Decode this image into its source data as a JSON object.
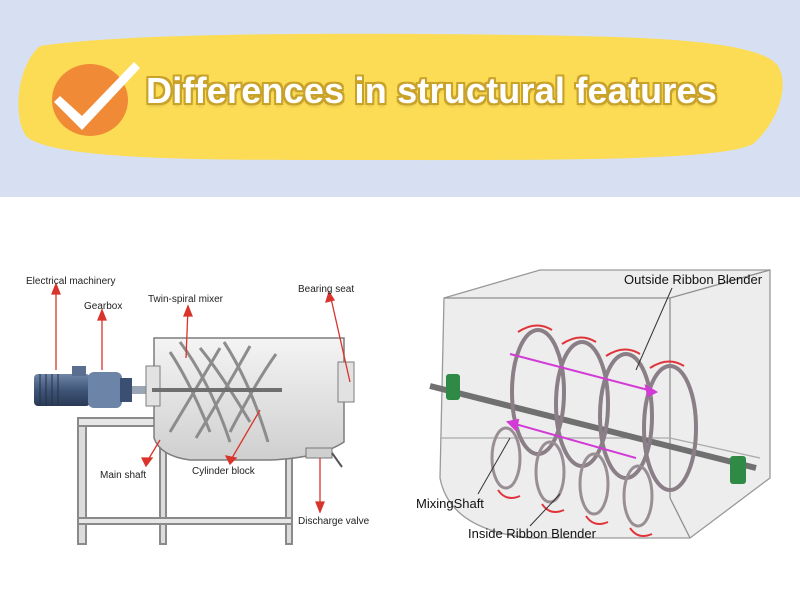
{
  "header": {
    "title": "Differences in structural features",
    "colors": {
      "band": "#d7e0f3",
      "pill": "#fbdc54",
      "badge": "#f08a36",
      "title": "#ffffff"
    },
    "icon": "checkmark-icon"
  },
  "left_diagram": {
    "labels": {
      "electrical_machinery": "Electrical machinery",
      "gearbox": "Gearbox",
      "twin_spiral_mixer": "Twin-spiral mixer",
      "bearing_seat": "Bearing seat",
      "main_shaft": "Main shaft",
      "cylinder_block": "Cylinder block",
      "discharge_valve": "Discharge valve"
    },
    "colors": {
      "leader": "#d9342b"
    }
  },
  "right_diagram": {
    "labels": {
      "outside_ribbon": "Outside Ribbon Blender",
      "mixing_shaft": "MixingShaft",
      "inside_ribbon": "Inside Ribbon Blender"
    },
    "colors": {
      "flow_arrow": "#e0343a",
      "axial_arrow": "#d23bd6",
      "bearing": "#2f8a45"
    }
  }
}
